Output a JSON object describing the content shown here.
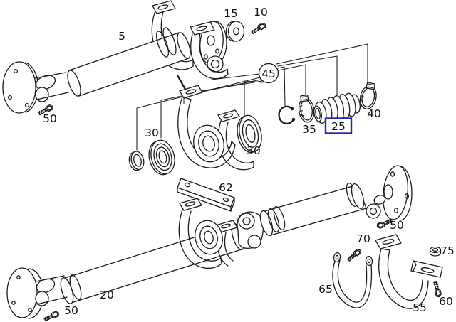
{
  "diagram": {
    "type": "exploded-parts-drawing",
    "subject": "propeller-shaft-assembly",
    "background_color": "#ffffff",
    "line_color": "#1b1b1b",
    "highlight_color": "#2525b4",
    "highlighted_part": "25",
    "callout_circle_part": "45",
    "labels": [
      {
        "part": "5",
        "text": "5"
      },
      {
        "part": "50",
        "text": "50"
      },
      {
        "part": "15",
        "text": "15"
      },
      {
        "part": "10",
        "text": "10"
      },
      {
        "part": "45",
        "text": "45"
      },
      {
        "part": "30",
        "text": "30"
      },
      {
        "part": "30",
        "text": "30"
      },
      {
        "part": "35",
        "text": "35"
      },
      {
        "part": "25",
        "text": "25"
      },
      {
        "part": "40",
        "text": "40"
      },
      {
        "part": "62",
        "text": "62"
      },
      {
        "part": "20",
        "text": "20"
      },
      {
        "part": "50",
        "text": "50"
      },
      {
        "part": "50",
        "text": "50"
      },
      {
        "part": "70",
        "text": "70"
      },
      {
        "part": "75",
        "text": "75"
      },
      {
        "part": "65",
        "text": "65"
      },
      {
        "part": "55",
        "text": "55"
      },
      {
        "part": "60",
        "text": "60"
      }
    ]
  }
}
